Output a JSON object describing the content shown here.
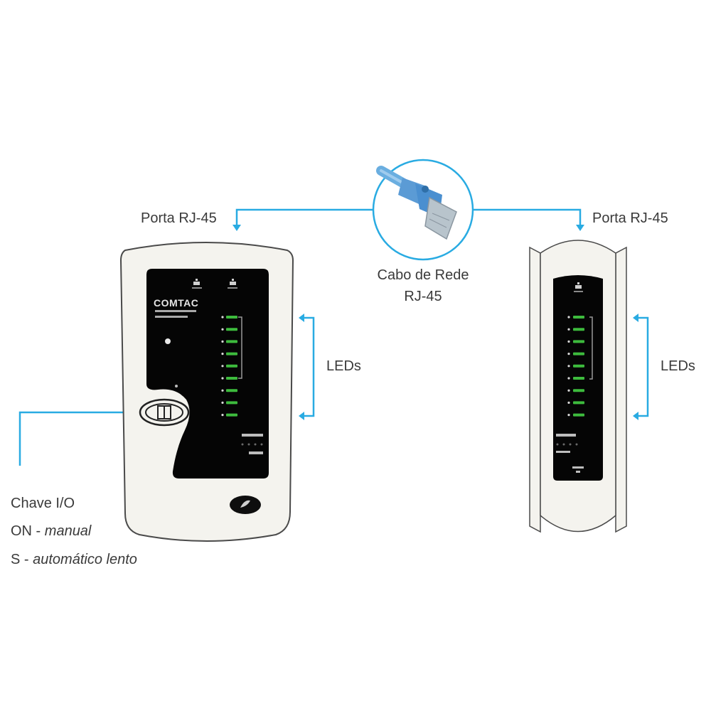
{
  "labels": {
    "port_left": "Porta RJ-45",
    "port_right": "Porta RJ-45",
    "cable_line1": "Cabo de Rede",
    "cable_line2": "RJ-45",
    "leds_left": "LEDs",
    "leds_right": "LEDs",
    "switch_title": "Chave I/O",
    "switch_on_prefix": "ON - ",
    "switch_on_mode": "manual",
    "switch_s_prefix": "S - ",
    "switch_s_mode": "automático lento"
  },
  "main_unit": {
    "brand": "COMTAC",
    "led_count": 9
  },
  "remote_unit": {
    "led_count": 9
  },
  "colors": {
    "accent_blue": "#29abe2",
    "led_green": "#3dbb3d",
    "panel_black": "#050505",
    "device_body": "#f4f3ee",
    "cable_blue": "#6aaee0"
  }
}
